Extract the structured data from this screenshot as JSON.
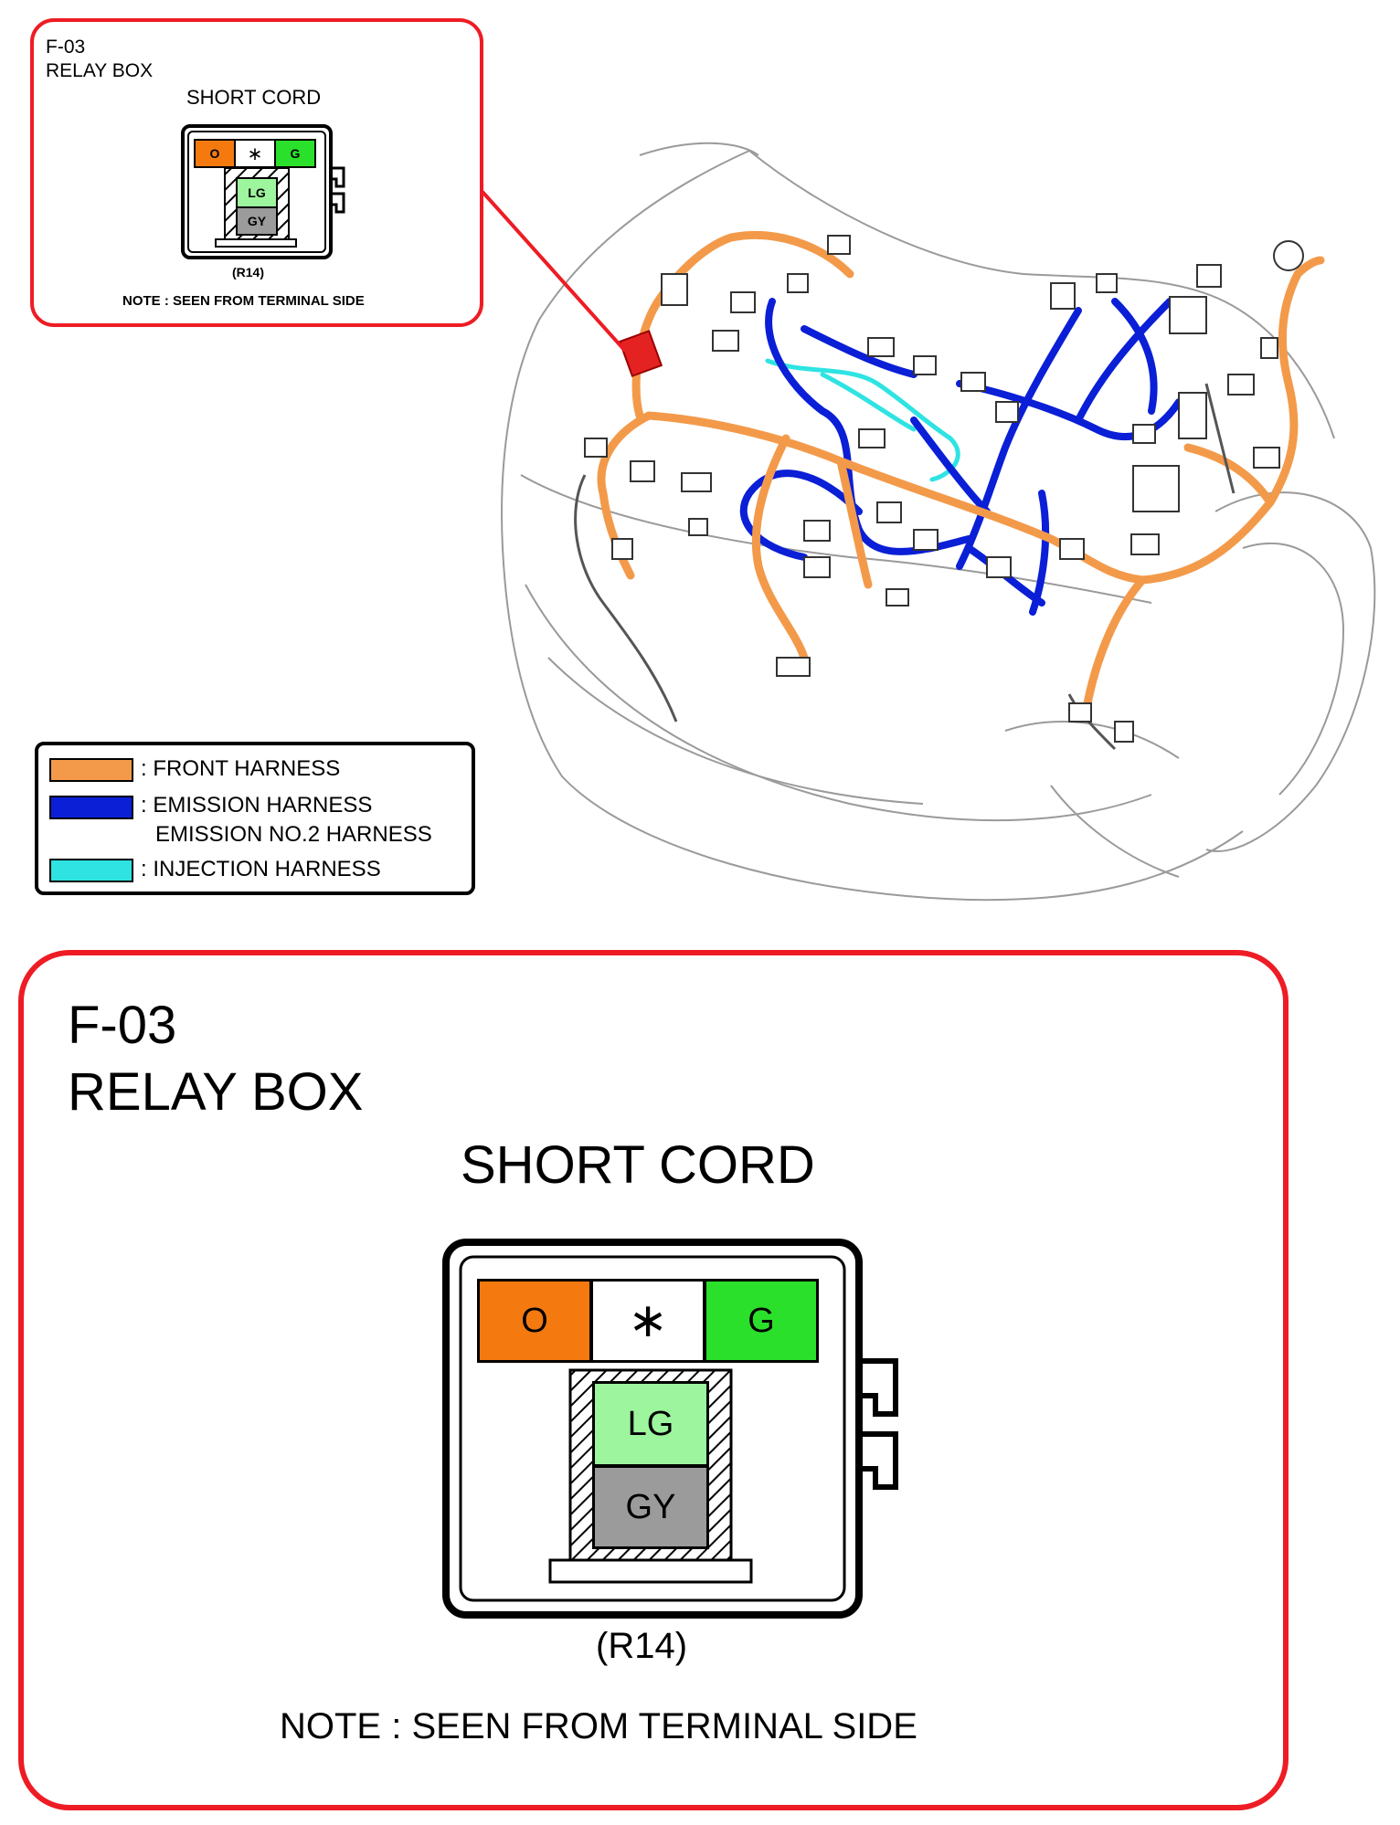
{
  "colors": {
    "callout_border": "#ee1c24",
    "front_harness": "#f39a4a",
    "emission_harness": "#0a1fd6",
    "injection_harness": "#2fe3e3",
    "pin_o": "#f47a10",
    "pin_g": "#2be02b",
    "pin_lg": "#9df59d",
    "pin_gy": "#9b9b9b",
    "relay_box": "#e52222"
  },
  "detail_small": {
    "connector_id": "F-03",
    "connector_name": "RELAY BOX",
    "harness_name": "SHORT CORD",
    "part_code": "(R14)",
    "note": "NOTE : SEEN FROM TERMINAL SIDE"
  },
  "detail_large": {
    "connector_id": "F-03",
    "connector_name": "RELAY BOX",
    "harness_name": "SHORT CORD",
    "part_code": "(R14)",
    "note": "NOTE : SEEN FROM TERMINAL SIDE"
  },
  "pins": {
    "top_left": "O",
    "top_mid": "∗",
    "top_right": "G",
    "mid": "LG",
    "bottom": "GY"
  },
  "legend": {
    "front": ": FRONT HARNESS",
    "emission": ": EMISSION HARNESS",
    "emission2": "EMISSION NO.2 HARNESS",
    "injection": ": INJECTION HARNESS"
  }
}
